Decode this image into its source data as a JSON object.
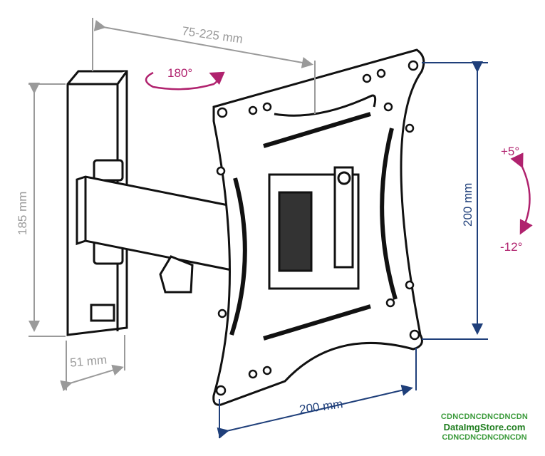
{
  "dimensions": {
    "arm_extension": "75-225 mm",
    "swivel": "180°",
    "wall_plate_height": "185 mm",
    "wall_plate_width": "51 mm",
    "vesa_horizontal": "200 mm",
    "vesa_vertical": "200 mm",
    "tilt_up": "+5°",
    "tilt_down": "-12°"
  },
  "watermark": {
    "line1": "CDNCDNCDNCDNCDN",
    "line2": "DataImgStore.com",
    "line3": "CDNCDNCDNCDNCDN"
  },
  "colors": {
    "grey": "#9a9a9a",
    "blue": "#1f3f7a",
    "magenta": "#b0226e"
  }
}
